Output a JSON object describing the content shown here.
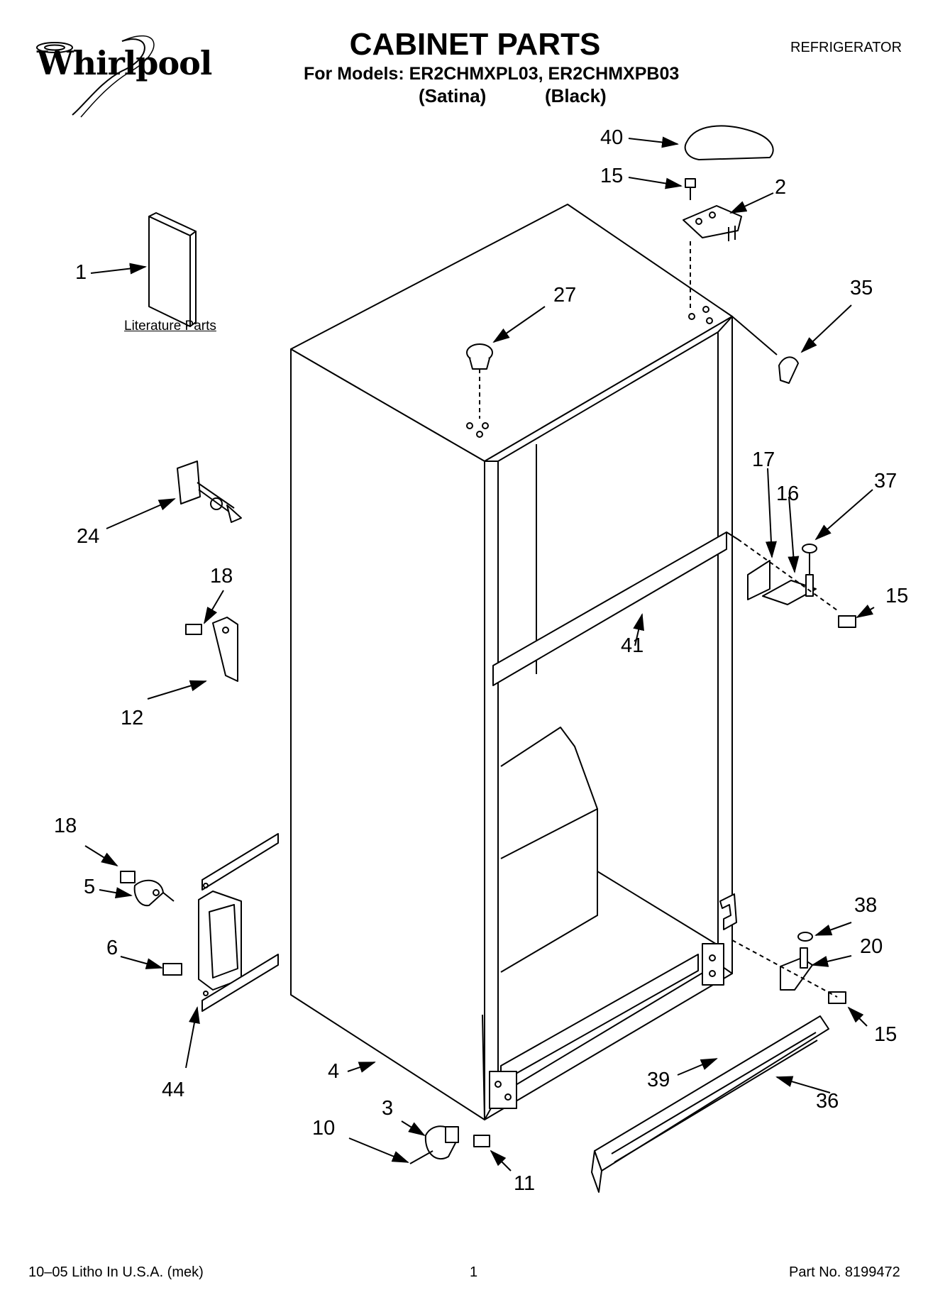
{
  "header": {
    "brand": "Whirlpool",
    "title": "CABINET PARTS",
    "models_line": "For Models: ER2CHMXPL03, ER2CHMXPB03",
    "variant_1": "(Satina)",
    "variant_2": "(Black)",
    "appliance": "REFRIGERATOR"
  },
  "diagram": {
    "literature_label": "Literature Parts",
    "callouts": [
      "40",
      "15",
      "2",
      "1",
      "27",
      "35",
      "17",
      "16",
      "37",
      "24",
      "18",
      "15",
      "41",
      "12",
      "18",
      "5",
      "38",
      "20",
      "6",
      "15",
      "4",
      "39",
      "36",
      "44",
      "3",
      "10",
      "11"
    ]
  },
  "footer": {
    "print_info": "10–05 Litho In U.S.A. (mek)",
    "page_number": "1",
    "part_number": "Part No. 8199472"
  }
}
